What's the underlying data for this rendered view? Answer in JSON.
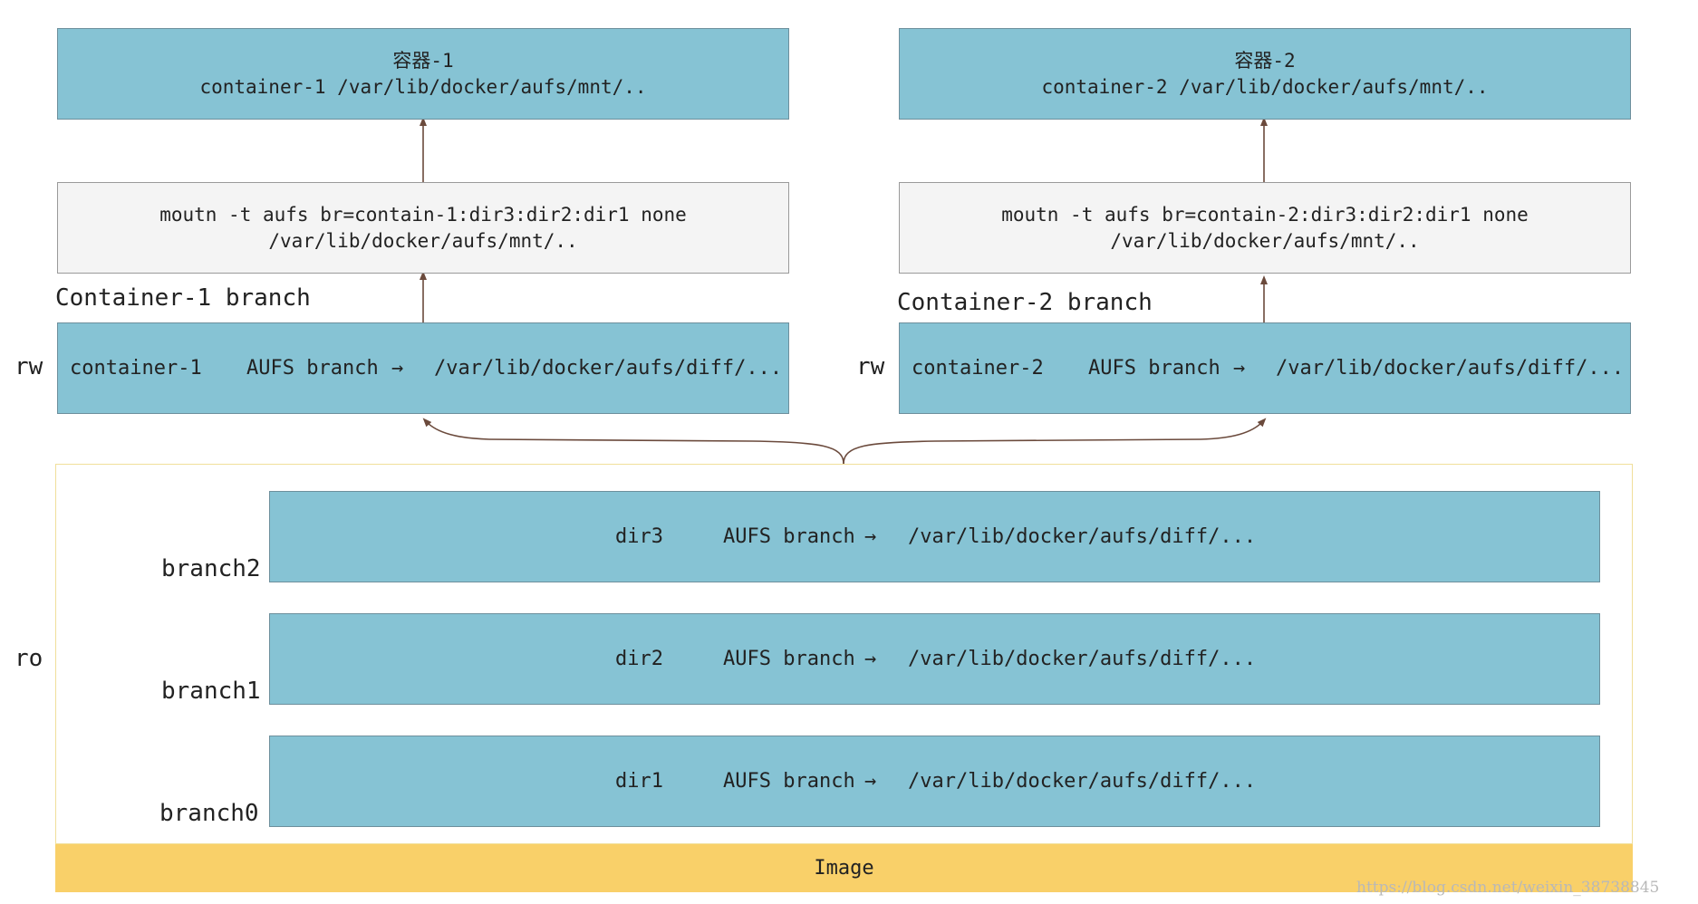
{
  "colors": {
    "layer_fill": "#86c3d4",
    "mount_fill": "#f4f4f4",
    "image_bar": "#f9d069",
    "connector": "#6b4a3c"
  },
  "containers": [
    {
      "title": "容器-1",
      "mount_path": "container-1 /var/lib/docker/aufs/mnt/..",
      "mount_cmd_line1": "moutn -t aufs br=contain-1:dir3:dir2:dir1 none",
      "mount_cmd_line2": "/var/lib/docker/aufs/mnt/..",
      "branch_label": "Container-1 branch",
      "rw_label": "rw",
      "rw_dir": "container-1",
      "rw_branch": "AUFS branch",
      "rw_arrow": "→",
      "rw_path": "/var/lib/docker/aufs/diff/..."
    },
    {
      "title": "容器-2",
      "mount_path": "container-2 /var/lib/docker/aufs/mnt/..",
      "mount_cmd_line1": "moutn -t aufs br=contain-2:dir3:dir2:dir1 none",
      "mount_cmd_line2": "/var/lib/docker/aufs/mnt/..",
      "branch_label": "Container-2 branch",
      "rw_label": "rw",
      "rw_dir": "container-2",
      "rw_branch": "AUFS branch",
      "rw_arrow": "→",
      "rw_path": "/var/lib/docker/aufs/diff/..."
    }
  ],
  "ro_label": "ro",
  "branches": [
    {
      "name": "branch2",
      "dir": "dir3",
      "kind": "AUFS branch",
      "arrow": "→",
      "path": "/var/lib/docker/aufs/diff/..."
    },
    {
      "name": "branch1",
      "dir": "dir2",
      "kind": "AUFS branch",
      "arrow": "→",
      "path": "/var/lib/docker/aufs/diff/..."
    },
    {
      "name": "branch0",
      "dir": "dir1",
      "kind": "AUFS branch",
      "arrow": "→",
      "path": "/var/lib/docker/aufs/diff/..."
    }
  ],
  "image_label": "Image",
  "watermark": "https://blog.csdn.net/weixin_38738845"
}
